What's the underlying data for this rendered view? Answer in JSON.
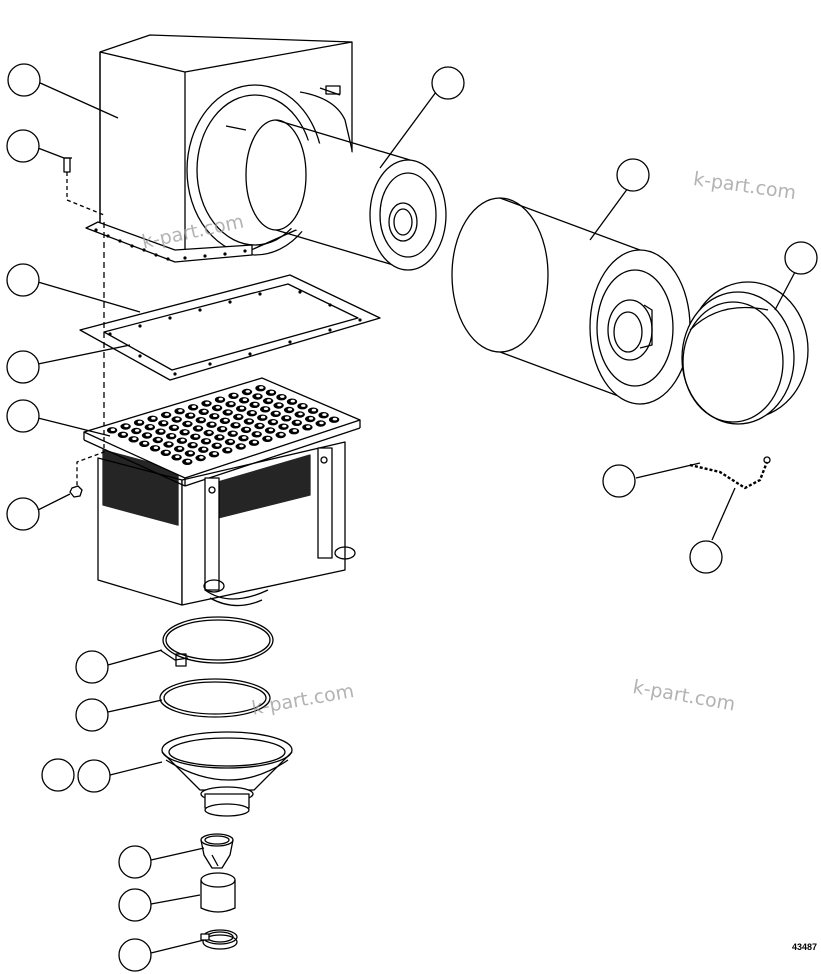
{
  "figure": {
    "number": "43487"
  },
  "watermarks": [
    "k-part.com",
    "k-part.com",
    "k-part.com",
    "k-part.com"
  ],
  "callouts": {
    "count": 18,
    "label_text": ""
  },
  "colors": {
    "line": "#000000",
    "background": "#ffffff",
    "watermark": "#9a9a9a"
  }
}
